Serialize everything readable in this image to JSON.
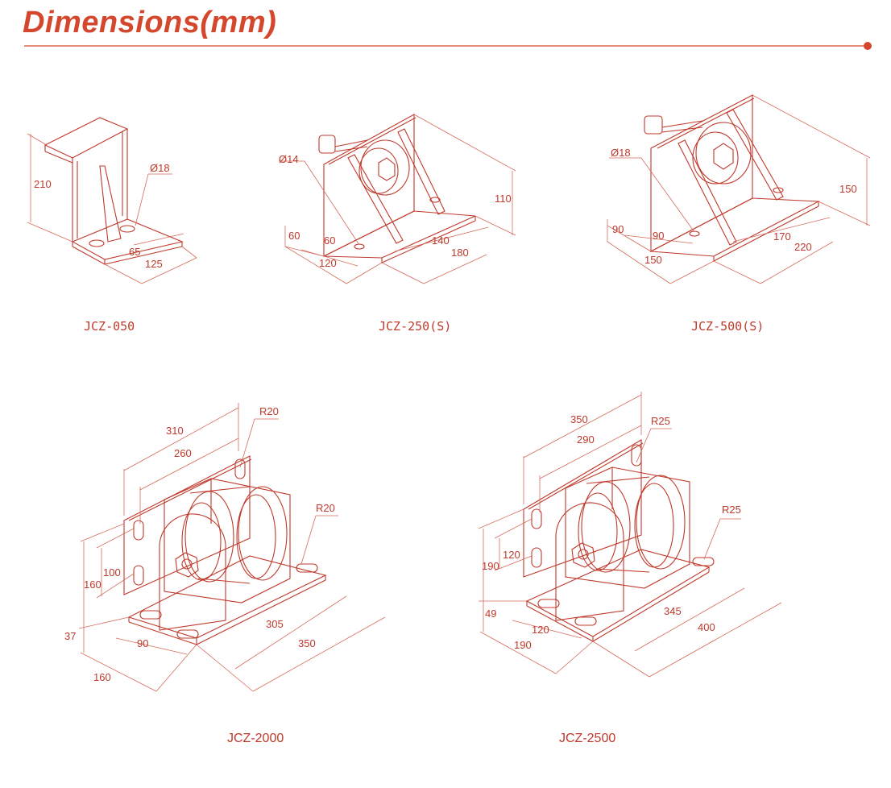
{
  "header": {
    "title": "Dimensions(mm)"
  },
  "colors": {
    "accent": "#d4472c",
    "line": "#c0392b",
    "dim": "#d56a5a",
    "text": "#c0392b"
  },
  "models": [
    {
      "name": "JCZ-050",
      "dims": {
        "height": "210",
        "hole": "Ø18",
        "d1": "65",
        "d2": "125"
      }
    },
    {
      "name": "JCZ-250(S)",
      "dims": {
        "hole": "Ø14",
        "height": "110",
        "d60a": "60",
        "d60b": "60",
        "d120": "120",
        "d140": "140",
        "d180": "180"
      }
    },
    {
      "name": "JCZ-500(S)",
      "dims": {
        "hole": "Ø18",
        "height": "150",
        "d90a": "90",
        "d90b": "90",
        "d150": "150",
        "d170": "170",
        "d220": "220"
      }
    },
    {
      "name": "JCZ-2000",
      "dims": {
        "w310": "310",
        "w260": "260",
        "r1": "R20",
        "r2": "R20",
        "h160": "160",
        "h100": "100",
        "h37": "37",
        "d90": "90",
        "d160": "160",
        "d305": "305",
        "d350": "350"
      }
    },
    {
      "name": "JCZ-2500",
      "dims": {
        "w350": "350",
        "w290": "290",
        "r1": "R25",
        "r2": "R25",
        "h120": "120",
        "h190": "190",
        "h49": "49",
        "d120": "120",
        "d190": "190",
        "d345": "345",
        "d400": "400"
      }
    }
  ]
}
